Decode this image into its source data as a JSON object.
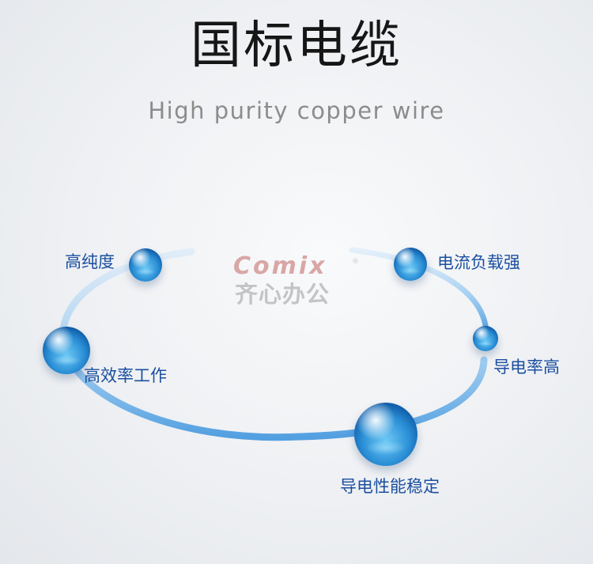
{
  "header": {
    "title": "国标电缆",
    "subtitle": "High purity copper wire"
  },
  "watermark": {
    "brand_en": "Comix",
    "brand_cn": "齐心办公",
    "registered_mark": "®"
  },
  "features": [
    {
      "label": "高纯度"
    },
    {
      "label": "电流负载强"
    },
    {
      "label": "高效率工作"
    },
    {
      "label": "导电率高"
    },
    {
      "label": "导电性能稳定"
    }
  ],
  "colors": {
    "title": "#161616",
    "subtitle": "#8c8c8c",
    "label": "#1b4fa0",
    "ring": "#7fb8ea",
    "sphere": "#2a8fd6"
  }
}
